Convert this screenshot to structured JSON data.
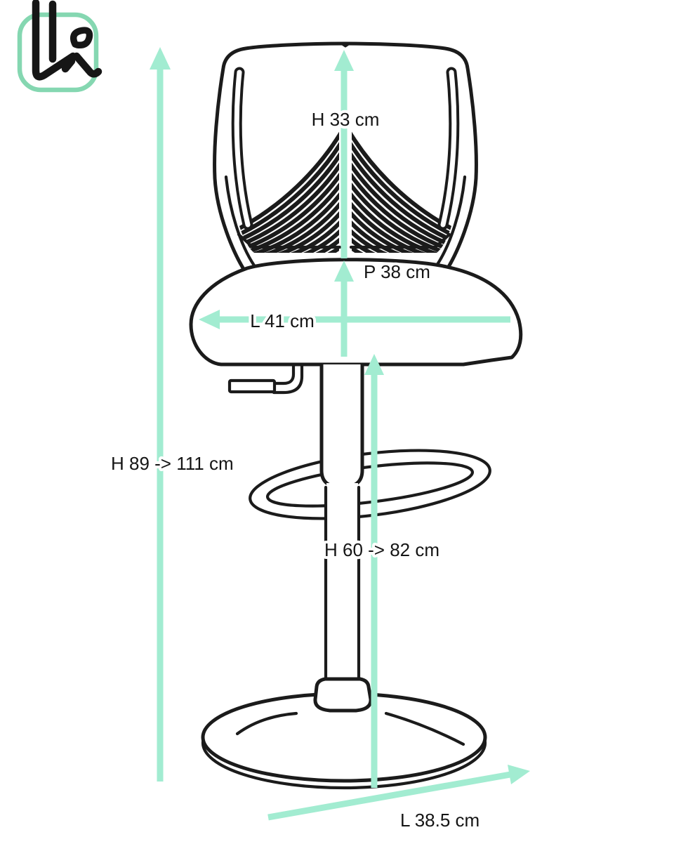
{
  "page": {
    "background": "#ffffff"
  },
  "colors": {
    "accent_mint": "#a2ecd1",
    "line_ink": "#1b1b1b",
    "logo_green": "#85d7b1"
  },
  "logo": {
    "icon": "k-logo-icon"
  },
  "dimensions": {
    "backrest_height": {
      "label": "H 33 cm"
    },
    "seat_depth": {
      "label": "P 38 cm"
    },
    "seat_width": {
      "label": "L 41 cm"
    },
    "total_height": {
      "label": "H 89 -> 111 cm"
    },
    "seat_height": {
      "label": "H 60 -> 82 cm"
    },
    "base_diameter": {
      "label": "L 38.5 cm"
    }
  }
}
